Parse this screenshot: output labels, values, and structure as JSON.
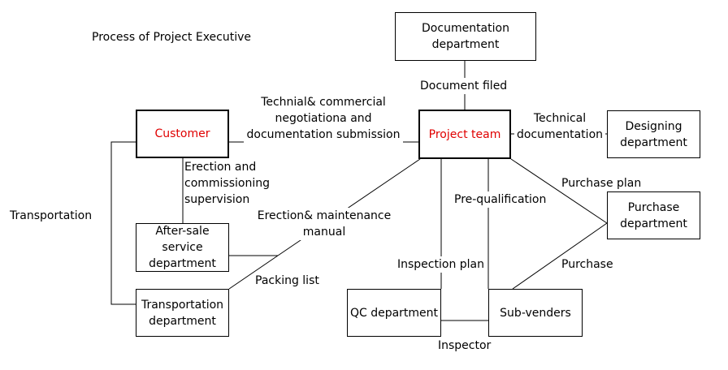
{
  "title": "Process of Project Executive",
  "nodes": {
    "documentation": "Documentation\ndepartment",
    "customer": "Customer",
    "project_team": "Project team",
    "designing": "Designing\ndepartment",
    "after_sale": "After-sale\nservice\ndepartment",
    "purchase_dept": "Purchase\ndepartment",
    "transportation_dept": "Transportation\ndepartment",
    "qc": "QC department",
    "subvenders": "Sub-venders"
  },
  "labels": {
    "document_filed": "Document filed",
    "tech_commercial": "Technial& commercial\nnegotiationa and\ndocumentation submission",
    "technical_doc": "Technical\ndocumentation",
    "erection_commissioning": "Erection and\ncommissioning\nsupervision",
    "transportation": "Transportation",
    "erection_manual": "Erection& maintenance\nmanual",
    "prequalification": "Pre-qualification",
    "purchase_plan": "Purchase plan",
    "inspection_plan": "Inspection plan",
    "purchase": "Purchase",
    "packing_list": "Packing list",
    "inspector": "Inspector"
  },
  "colors": {
    "highlight_text": "#e00000",
    "line": "#000000"
  }
}
